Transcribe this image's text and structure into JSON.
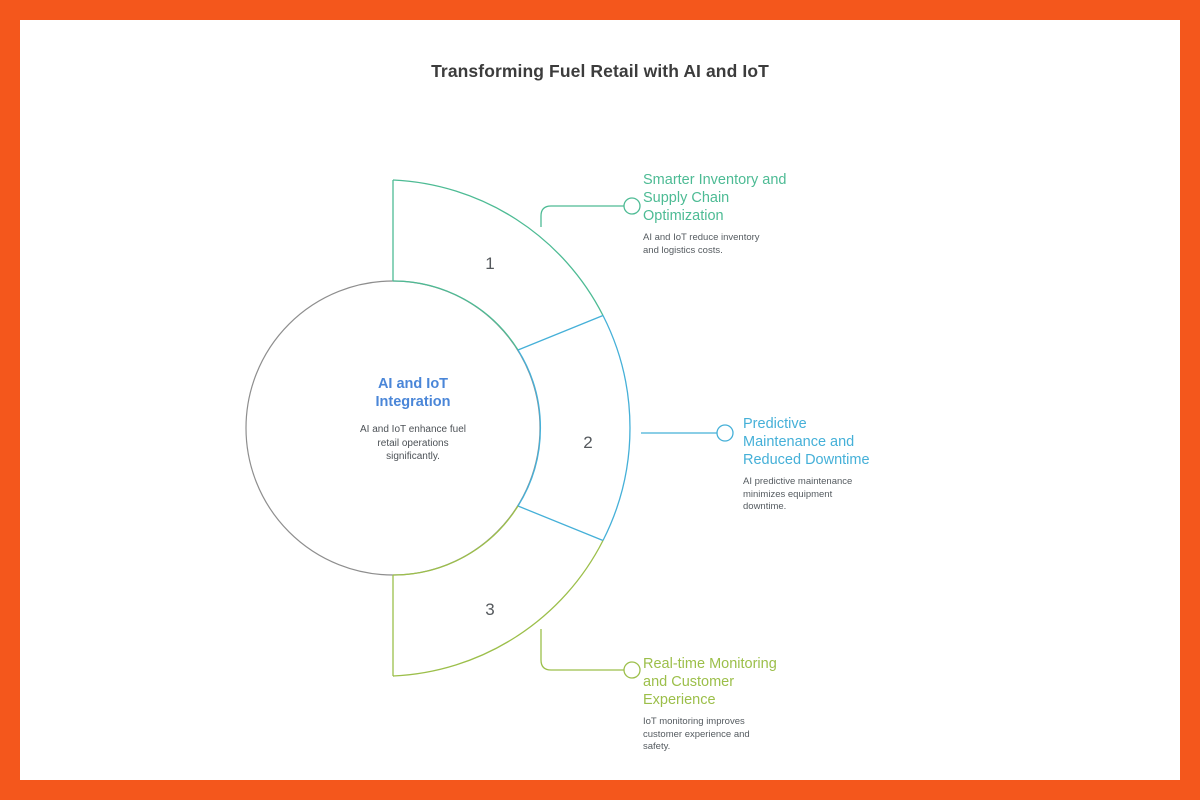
{
  "page": {
    "title": "Transforming Fuel Retail with AI and IoT",
    "border_color": "#f4571c",
    "background": "#ffffff"
  },
  "hub": {
    "title": "AI and IoT\nIntegration",
    "description": "AI and IoT enhance fuel\nretail operations\nsignificantly.",
    "title_color": "#4a86d8",
    "ring_color": "#8e8e8e"
  },
  "segments": [
    {
      "number": "1",
      "title": "Smarter Inventory and\nSupply Chain\nOptimization",
      "description": "AI and IoT reduce inventory\nand logistics costs.",
      "color": "#4dbb94"
    },
    {
      "number": "2",
      "title": "Predictive\nMaintenance and\nReduced Downtime",
      "description": "AI predictive maintenance\nminimizes equipment\ndowntime.",
      "color": "#45b0d8"
    },
    {
      "number": "3",
      "title": "Real-time Monitoring\nand Customer\nExperience",
      "description": "IoT monitoring improves\ncustomer experience and\nsafety.",
      "color": "#9cbf4a"
    }
  ]
}
